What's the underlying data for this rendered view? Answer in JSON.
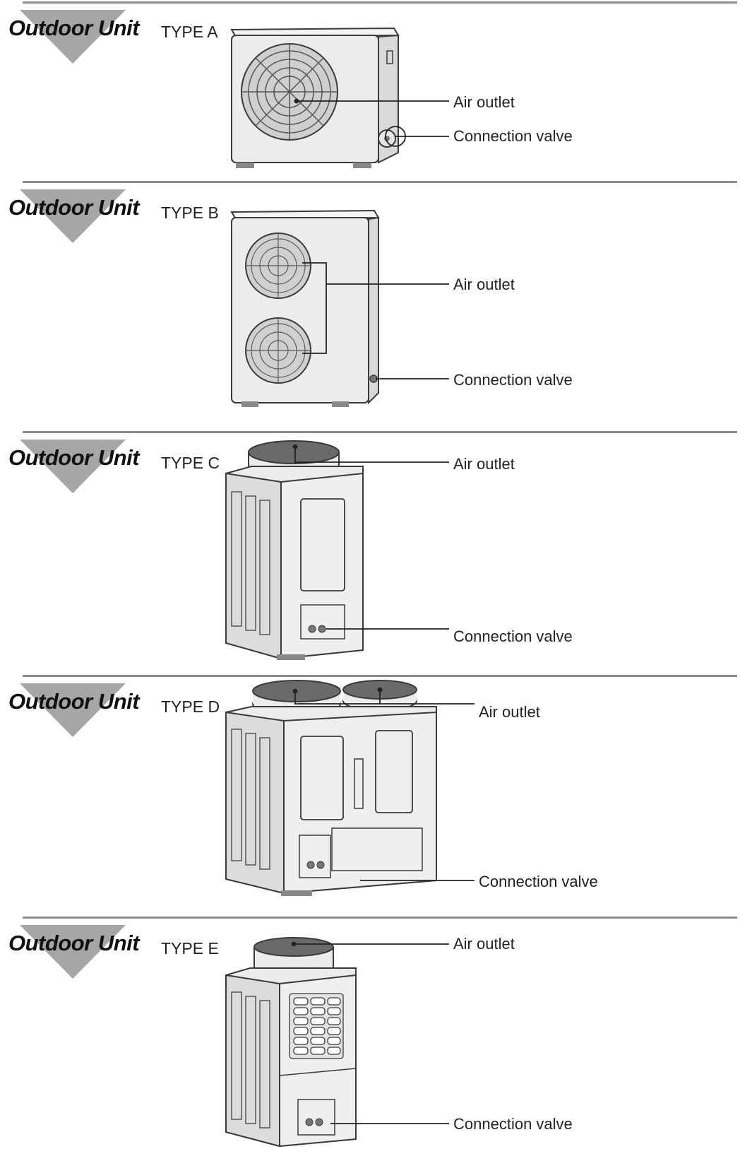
{
  "sections": [
    {
      "title": "Outdoor Unit",
      "type": "TYPE A",
      "air_outlet": "Air outlet",
      "connection_valve": "Connection valve"
    },
    {
      "title": "Outdoor Unit",
      "type": "TYPE B",
      "air_outlet": "Air outlet",
      "connection_valve": "Connection valve"
    },
    {
      "title": "Outdoor Unit",
      "type": "TYPE C",
      "air_outlet": "Air outlet",
      "connection_valve": "Connection valve"
    },
    {
      "title": "Outdoor Unit",
      "type": "TYPE D",
      "air_outlet": "Air outlet",
      "connection_valve": "Connection valve"
    },
    {
      "title": "Outdoor Unit",
      "type": "TYPE E",
      "air_outlet": "Air outlet",
      "connection_valve": "Connection valve"
    }
  ],
  "colors": {
    "rule": "#8c8c8c",
    "triangle": "#a6a6a6",
    "unit_body": "#ececec",
    "unit_outline": "#3a3a3a"
  },
  "icons": [
    "section-marker-triangle-icon"
  ]
}
